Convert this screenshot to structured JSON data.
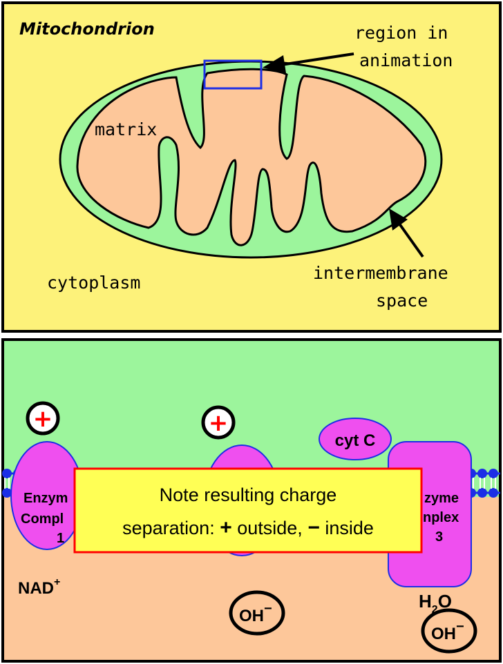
{
  "top_panel": {
    "title": "Mitochondrion",
    "labels": {
      "region_line1": "region in",
      "region_line2": "animation",
      "matrix": "matrix",
      "cytoplasm": "cytoplasm",
      "intermembrane_line1": "intermembrane",
      "intermembrane_line2": "space"
    }
  },
  "bottom_panel": {
    "plus_symbol": "+",
    "enzyme1": [
      "Enzym",
      "Compl",
      "1"
    ],
    "enzyme3": [
      "zyme",
      "nplex",
      "3"
    ],
    "cyt_c": "cyt C",
    "nad": "NAD",
    "nad_sup": "+",
    "h2o": "H",
    "h2o_sub": "2",
    "h2o_o": "O",
    "oh": "OH",
    "oh_sup": "−",
    "note_line1": "Note resulting charge",
    "note_line2_a": "separation: ",
    "note_plus": "+",
    "note_line2_b": " outside, ",
    "note_minus": "−",
    "note_line2_c": " inside"
  },
  "colors": {
    "panel_yellow": "#fdf27a",
    "membrane_green": "#9cf59c",
    "matrix_peach": "#fdc79a",
    "enzyme_magenta": "#ef4fef",
    "phospholipid_blue": "#1c2ee6",
    "note_red": "#ff0000",
    "note_yellow": "#ffff55"
  }
}
